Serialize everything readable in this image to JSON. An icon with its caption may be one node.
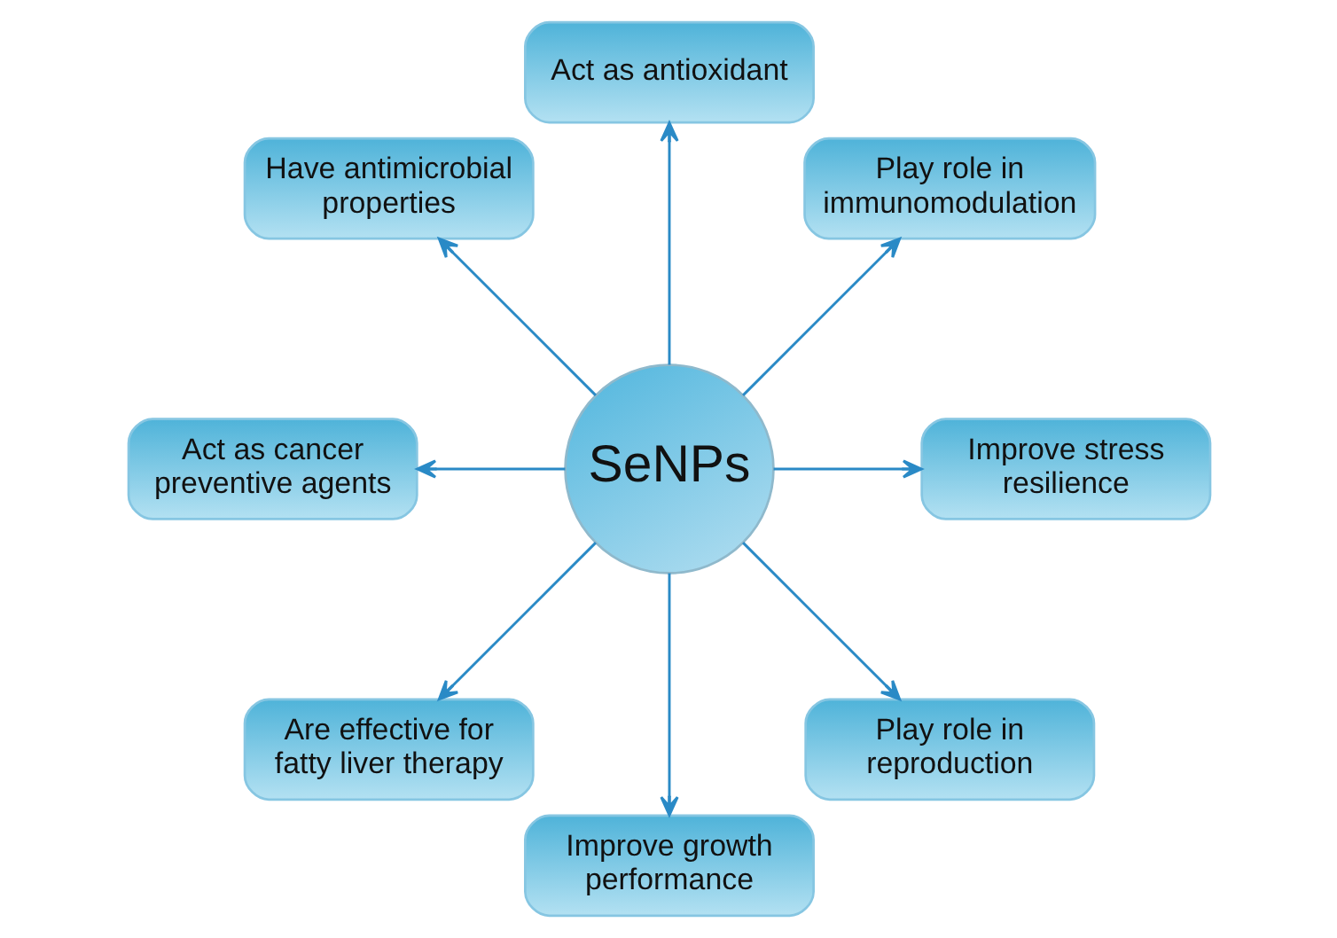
{
  "diagram": {
    "nodes": [
      {
        "text": [
          "Act as antioxidant"
        ]
      },
      {
        "text": [
          "Have antimicrobial properties"
        ]
      },
      {
        "text": [
          "Play role in immunomodulation"
        ]
      },
      {
        "text": [
          "Act as cancer preventive agents"
        ]
      },
      {
        "text": [
          "SeNPs"
        ]
      },
      {
        "text": [
          "Improve stress resilience"
        ]
      },
      {
        "text": [
          "Play role in reproduction"
        ]
      },
      {
        "text": [
          "Are effective for fatty liver therapy"
        ]
      },
      {
        "text": [
          "Improve growth performance"
        ]
      }
    ],
    "edges": [
      {
        "from": 4,
        "to": 0,
        "arrow": "to"
      },
      {
        "from": 4,
        "to": 2,
        "arrow": "to"
      },
      {
        "from": 4,
        "to": 5,
        "arrow": "to"
      },
      {
        "from": 4,
        "to": 6,
        "arrow": "to"
      },
      {
        "from": 4,
        "to": 8,
        "arrow": "to"
      },
      {
        "from": 4,
        "to": 7,
        "arrow": "to"
      },
      {
        "from": 4,
        "to": 3,
        "arrow": "to"
      },
      {
        "from": 4,
        "to": 1,
        "arrow": "to"
      }
    ]
  }
}
